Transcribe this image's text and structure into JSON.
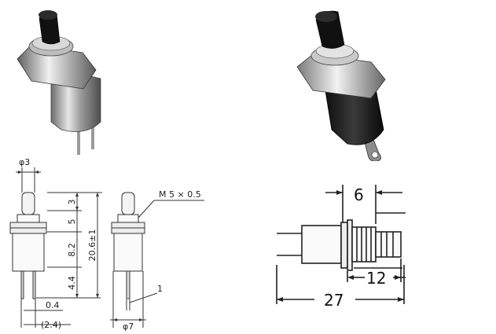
{
  "photos": {
    "left": {
      "icon": "push-button-switch-silver-body-icon"
    },
    "right": {
      "icon": "push-button-switch-black-body-icon"
    }
  },
  "drawing_left": {
    "front_view": {
      "top_diameter": "φ3",
      "dims": [
        "3",
        "5",
        "8.2",
        "4.4"
      ],
      "total_height": "20.6±1",
      "pin_gap": "0.4",
      "pin_offset": "(2.4)"
    },
    "side_view": {
      "thread": "M 5 × 0.5",
      "base_diameter": "φ7",
      "pin_thickness": "1"
    }
  },
  "drawing_right": {
    "dim_top": "6",
    "dim_middle": "12",
    "dim_total": "27"
  },
  "colors": {
    "line": "#333333",
    "metal": "#b8b8b8",
    "black_plastic": "#1a1a1a"
  }
}
